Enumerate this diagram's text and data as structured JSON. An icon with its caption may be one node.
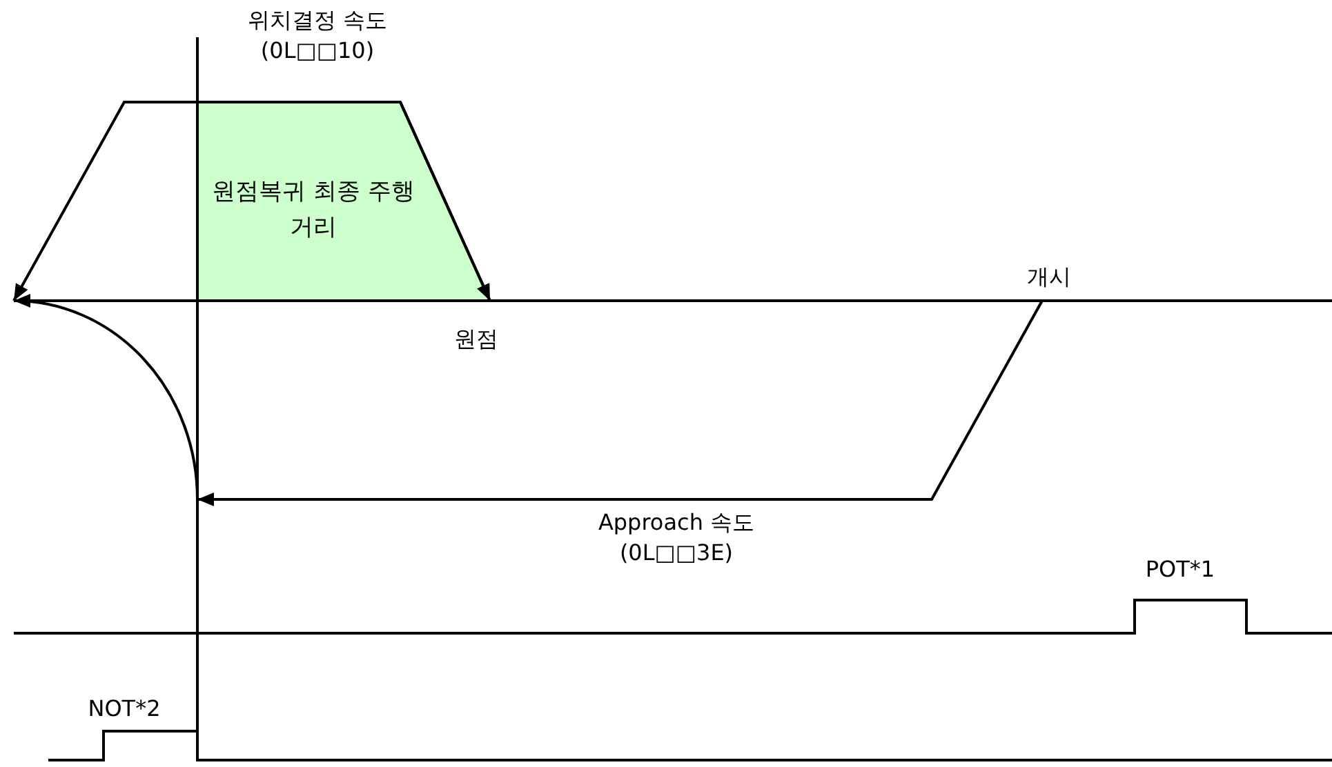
{
  "diagram": {
    "nodes": [
      {
        "text": [
          "원점복귀 최종 주행거리"
        ]
      }
    ],
    "labels": [
      "위치결정 속도 (0L□□10)",
      "개시",
      "원점",
      "Approach 속도 (0L□□3E)",
      "POT*1",
      "NOT*2"
    ]
  }
}
